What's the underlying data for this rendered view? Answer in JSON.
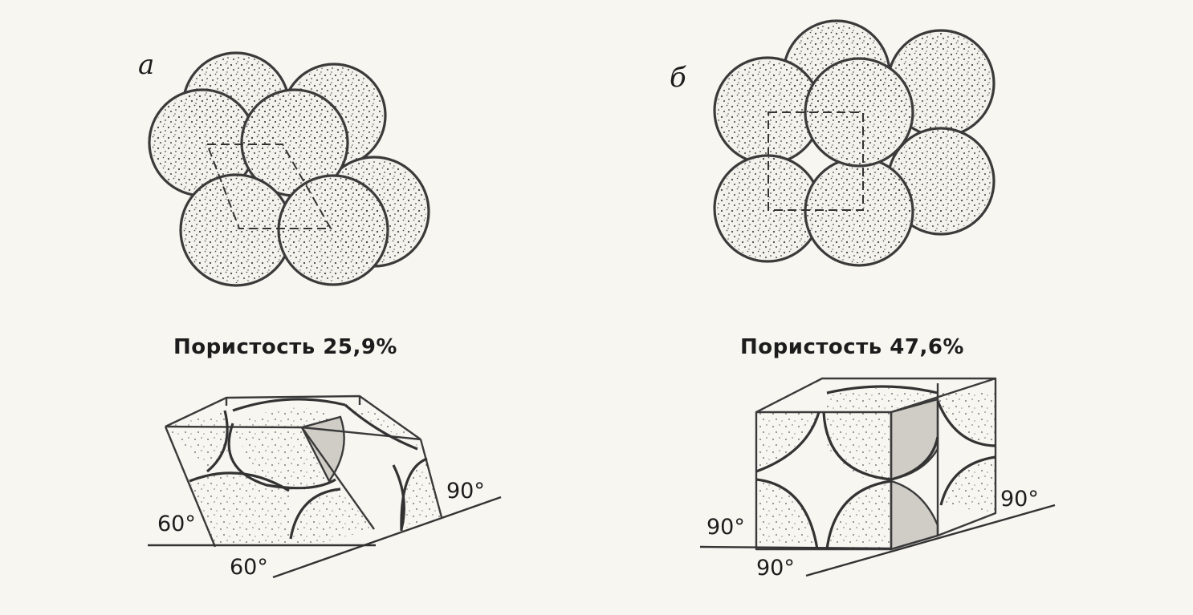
{
  "panel_a": {
    "letter": "а",
    "caption": "Пористость 25,9%",
    "angle_left": "60°",
    "angle_bottom": "60°",
    "angle_right": "90°"
  },
  "panel_b": {
    "letter": "б",
    "caption": "Пористость 47,6%",
    "angle_left": "90°",
    "angle_bottom": "90°",
    "angle_right": "90°"
  },
  "colors": {
    "paper": "#f7f6f1",
    "ink": "#3a3a3a",
    "shade": "#cfcdc6"
  }
}
